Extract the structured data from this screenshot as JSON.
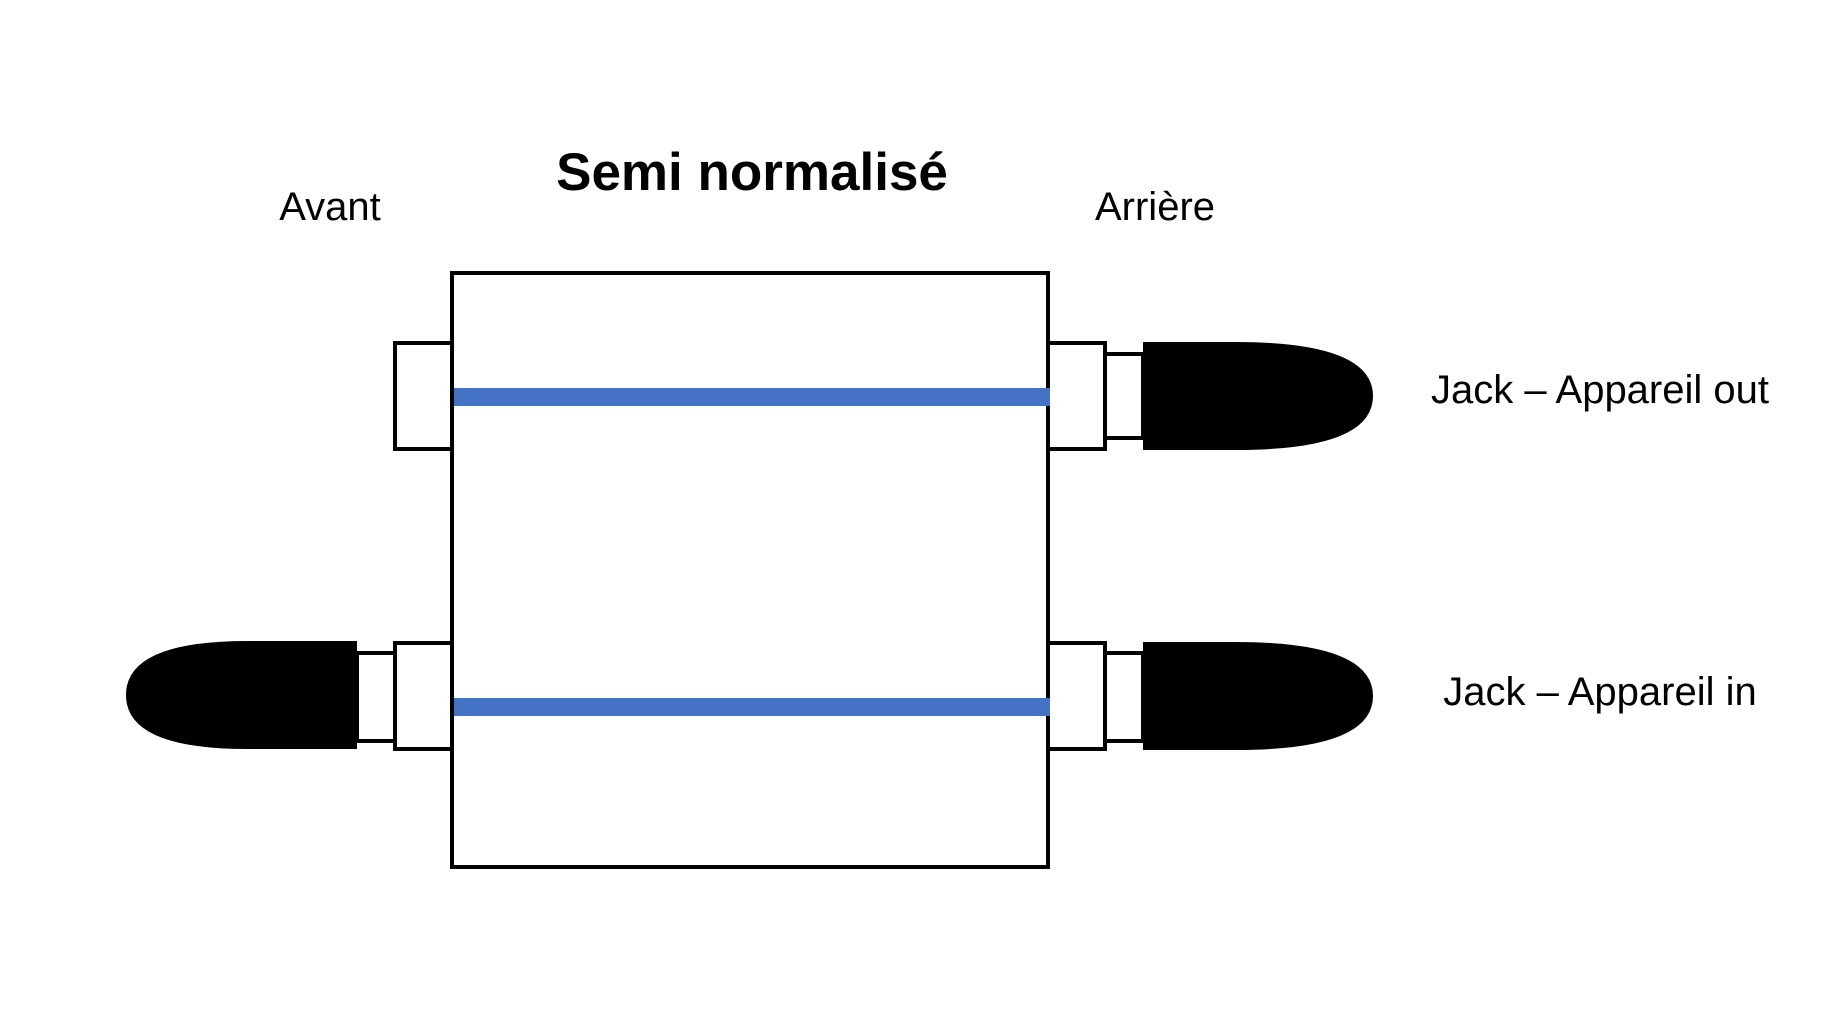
{
  "diagram": {
    "title": "Semi normalisé",
    "front_label": "Avant",
    "rear_label": "Arrière",
    "jack_out_label": "Jack – Appareil out",
    "jack_in_label": "Jack – Appareil in",
    "colors": {
      "bus_line": "#4472c4",
      "outline": "#000000",
      "plug": "#000000",
      "background": "#ffffff"
    }
  }
}
